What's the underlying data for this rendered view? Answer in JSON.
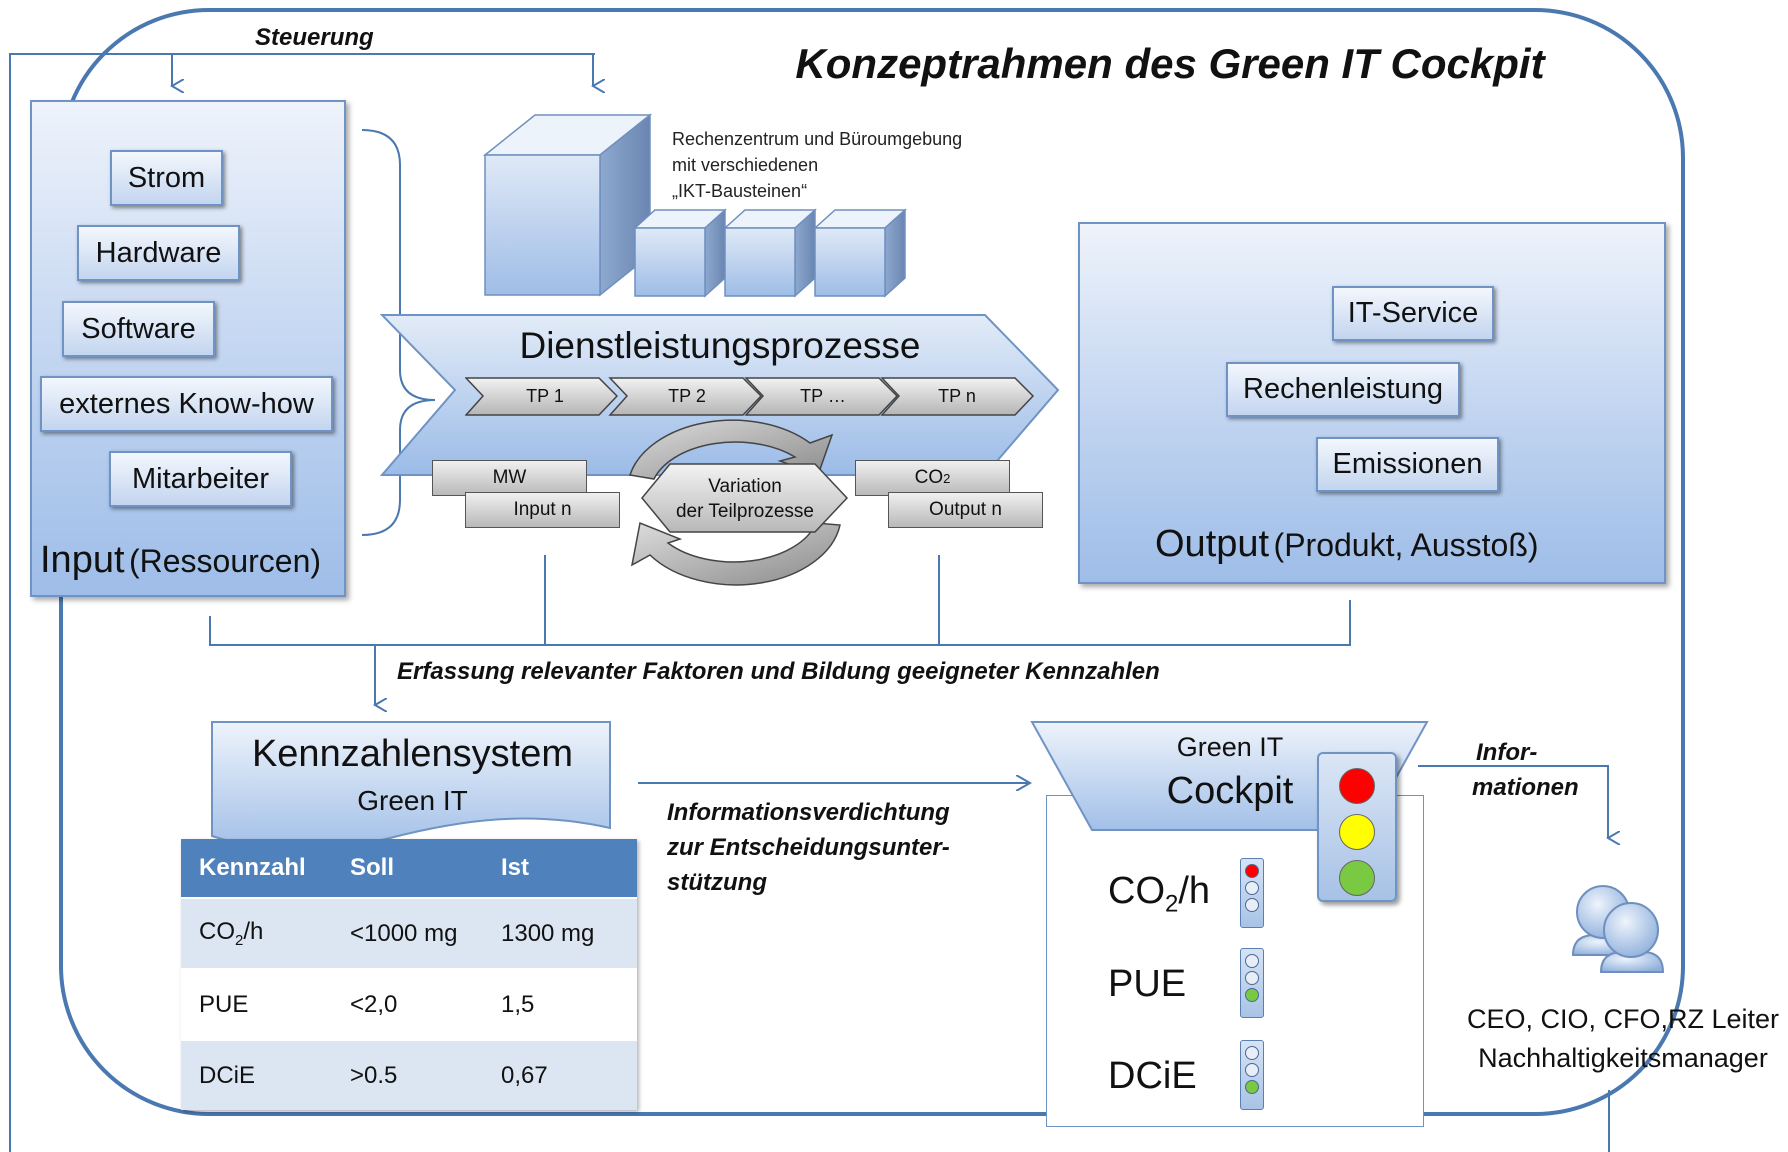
{
  "title": "Konzeptrahmen des Green IT Cockpit",
  "steuerung": "Steuerung",
  "input": {
    "items": [
      "Strom",
      "Hardware",
      "Software",
      "externes Know-how",
      "Mitarbeiter"
    ],
    "title_main": "Input",
    "title_sub": "(Ressourcen)"
  },
  "rz": {
    "line1": "Rechenzentrum und Büroumgebung",
    "line2": "mit verschiedenen",
    "line3": "„IKT-Bausteinen“"
  },
  "process": {
    "title": "Dienstleistungsprozesse",
    "steps": [
      "TP 1",
      "TP 2",
      "TP …",
      "TP n"
    ],
    "mw": "MW",
    "input_n": "Input n",
    "variation_line1": "Variation",
    "variation_line2": "der Teilprozesse",
    "co2": "CO",
    "co2_sub": "2",
    "output_n": "Output n"
  },
  "output": {
    "items": [
      "IT-Service",
      "Rechenleistung",
      "Emissionen"
    ],
    "title_main": "Output",
    "title_sub": "(Produkt, Ausstoß)"
  },
  "erfassung": "Erfassung relevanter Faktoren und Bildung geeigneter Kennzahlen",
  "kennzahlen": {
    "title": "Kennzahlensystem",
    "subtitle": "Green IT",
    "headers": [
      "Kennzahl",
      "Soll",
      "Ist"
    ],
    "rows": [
      {
        "k": "CO",
        "k_sub": "2",
        "k_rest": "/h",
        "soll": "<1000 mg",
        "ist": "1300 mg"
      },
      {
        "k": "PUE",
        "k_sub": "",
        "k_rest": "",
        "soll": "<2,0",
        "ist": "1,5"
      },
      {
        "k": "DCiE",
        "k_sub": "",
        "k_rest": "",
        "soll": ">0.5",
        "ist": "0,67"
      }
    ]
  },
  "verdichtung": {
    "line1": "Informationsverdichtung",
    "line2": "zur Entscheidungsunter-",
    "line3": "stützung"
  },
  "cockpit": {
    "title_small": "Green IT",
    "title_big": "Cockpit",
    "co2": "CO",
    "co2_sub": "2",
    "co2_rest": "/h",
    "pue": "PUE",
    "dcie": "DCiE",
    "indicators": {
      "co2_h": "red",
      "pue": "green",
      "dcie": "green"
    }
  },
  "informationen": {
    "line1": "Infor-",
    "line2": "mationen"
  },
  "roles": {
    "line1": "CEO, CIO, CFO,RZ Leiter",
    "line2": "Nachhaltigkeitsmanager"
  },
  "colors": {
    "frame": "#4a78b0",
    "header": "#4f81bd",
    "red": "#ff0000",
    "yellow": "#ffff00",
    "green": "#7ac943"
  }
}
